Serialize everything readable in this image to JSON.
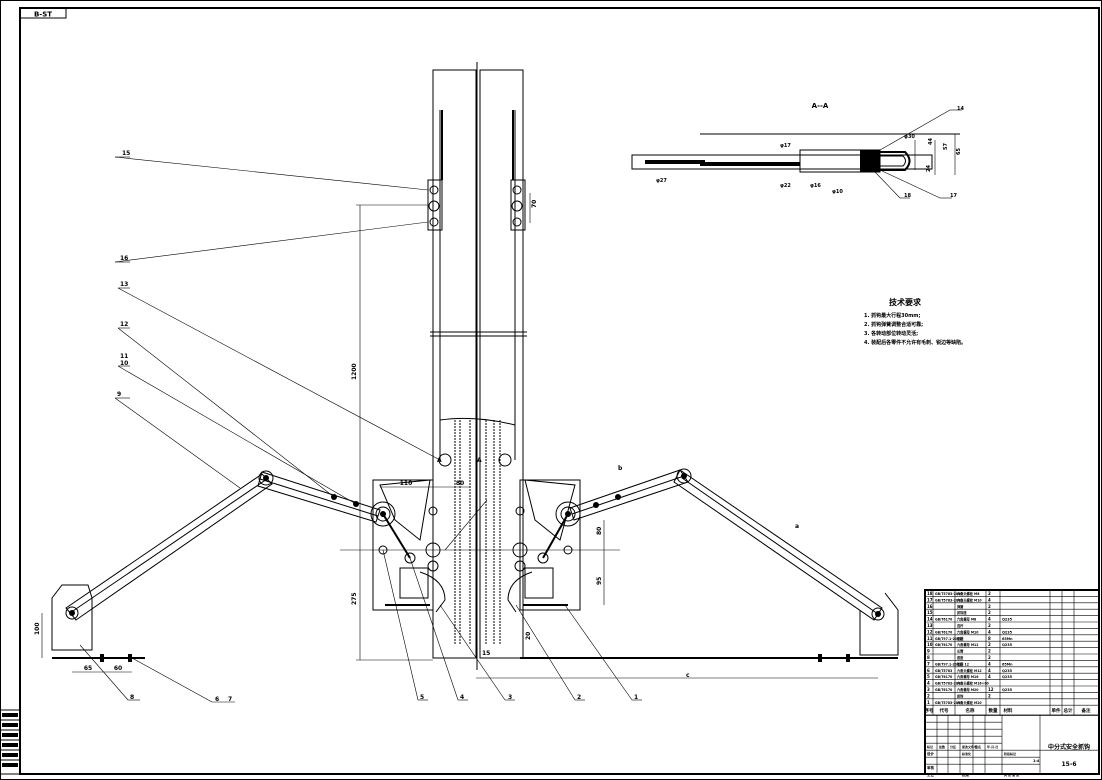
{
  "drawing": {
    "sheet_tag": "B-ST",
    "section_label": "A--A",
    "section_marker": "A",
    "title": "中分式安全抓钩",
    "drawing_number": "15-6",
    "scale": "1:4",
    "tech_requirements": {
      "heading": "技术要求",
      "items": [
        "1. 抓钩最大行程30mm;",
        "2. 抓钩弹簧调整合适可靠;",
        "3. 各转动部位转动灵活;",
        "4. 装配后各零件不允许有毛刺、锐边等缺陷。"
      ]
    },
    "part_callouts": [
      "1",
      "2",
      "3",
      "4",
      "5",
      "6",
      "7",
      "8",
      "9",
      "10",
      "11",
      "12",
      "13",
      "14",
      "15",
      "16",
      "17",
      "18"
    ],
    "dimensions": {
      "height_main": "1200",
      "height_lower": "275",
      "width_top": "110",
      "width_gap": "80",
      "base_height": "100",
      "base_w1": "65",
      "base_w2": "60",
      "right_h1": "80",
      "right_h2": "95",
      "small_20": "20",
      "small_15": "15",
      "top_70": "70",
      "arm_a": "a",
      "arm_b": "b",
      "arm_c": "c",
      "sec_d1": "φ27",
      "sec_d2": "φ17",
      "sec_d3": "φ16",
      "sec_d4": "φ22",
      "sec_d5": "φ10",
      "sec_d6": "φ30",
      "sec_h1": "44",
      "sec_h2": "57",
      "sec_h3": "65",
      "sec_h4": "24"
    },
    "parts_list": {
      "headers": [
        "序号",
        "代号",
        "名称",
        "数量",
        "材料",
        "单件",
        "总计",
        "备注"
      ],
      "weight_header": "重量",
      "rows": [
        {
          "no": "18",
          "code": "GB/T5783-2000",
          "name": "六角头螺栓 M8",
          "qty": "2",
          "material": ""
        },
        {
          "no": "17",
          "code": "GB/T5783-2000",
          "name": "六角头螺栓 M10",
          "qty": "4",
          "material": ""
        },
        {
          "no": "16",
          "code": "",
          "name": "弹簧",
          "qty": "2",
          "material": ""
        },
        {
          "no": "15",
          "code": "",
          "name": "抓钩座",
          "qty": "2",
          "material": ""
        },
        {
          "no": "14",
          "code": "GB/T6170",
          "name": "六角螺母 M8",
          "qty": "4",
          "material": "Q235"
        },
        {
          "no": "13",
          "code": "",
          "name": "连杆",
          "qty": "2",
          "material": ""
        },
        {
          "no": "12",
          "code": "GB/T6170",
          "name": "六角螺母 M10",
          "qty": "4",
          "material": "Q235"
        },
        {
          "no": "11",
          "code": "GB/T97.1-2002",
          "name": "垫圈",
          "qty": "8",
          "material": "65Mn"
        },
        {
          "no": "10",
          "code": "GB/T6170",
          "name": "六角螺母 M12",
          "qty": "2",
          "material": "Q235"
        },
        {
          "no": "9",
          "code": "",
          "name": "长臂",
          "qty": "2",
          "material": ""
        },
        {
          "no": "8",
          "code": "",
          "name": "底座",
          "qty": "2",
          "material": ""
        },
        {
          "no": "7",
          "code": "GB/T97.1-2002",
          "name": "垫圈 12",
          "qty": "4",
          "material": "65Mn"
        },
        {
          "no": "6",
          "code": "GB/T5783",
          "name": "六角头螺栓 M12",
          "qty": "4",
          "material": "Q235"
        },
        {
          "no": "5",
          "code": "GB/T6170",
          "name": "六角螺母 M16",
          "qty": "4",
          "material": "Q235"
        },
        {
          "no": "4",
          "code": "GB/T5783-2000",
          "name": "六角头螺栓 M16×60",
          "qty": "",
          "material": ""
        },
        {
          "no": "3",
          "code": "GB/T6170",
          "name": "六角螺母 M20",
          "qty": "12",
          "material": "Q235"
        },
        {
          "no": "2",
          "code": "",
          "name": "抓钩",
          "qty": "2",
          "material": ""
        },
        {
          "no": "1",
          "code": "GB/T5783-2000",
          "name": "六角头螺栓 M20",
          "qty": "",
          "material": ""
        }
      ]
    },
    "title_block": {
      "labels_row": [
        "标记",
        "处数",
        "分区",
        "更改文件号",
        "签名",
        "年.月.日"
      ],
      "design": "设计",
      "standardize": "标准化",
      "review": "审核",
      "process": "工艺",
      "approve": "批准",
      "stage_labels": "阶段标记",
      "weight": "重量",
      "scale_label": "比例",
      "sheet_info": "共 张 第 张"
    },
    "margin_stamp": [
      "借(通)用件登记",
      "旧底图总号",
      "底图总号",
      "签字",
      "日期"
    ]
  }
}
